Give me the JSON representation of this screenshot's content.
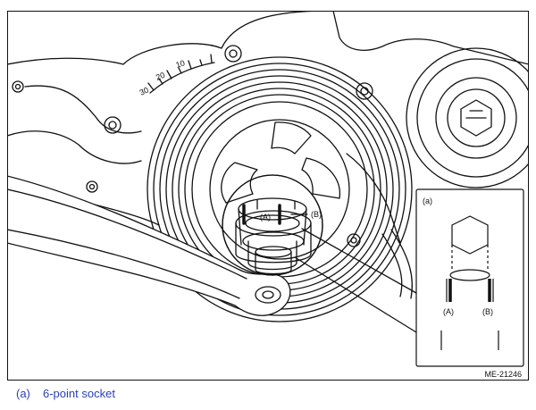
{
  "figure": {
    "scale_ticks": [
      "30",
      "20",
      "10"
    ],
    "callouts": {
      "a": "(A)",
      "b": "(B)"
    },
    "inset_title": "(a)",
    "inset_callouts": {
      "a": "(A)",
      "b": "(B)"
    },
    "figure_id": "ME-21246"
  },
  "caption": {
    "key": "(a)",
    "text": "6-point socket"
  }
}
